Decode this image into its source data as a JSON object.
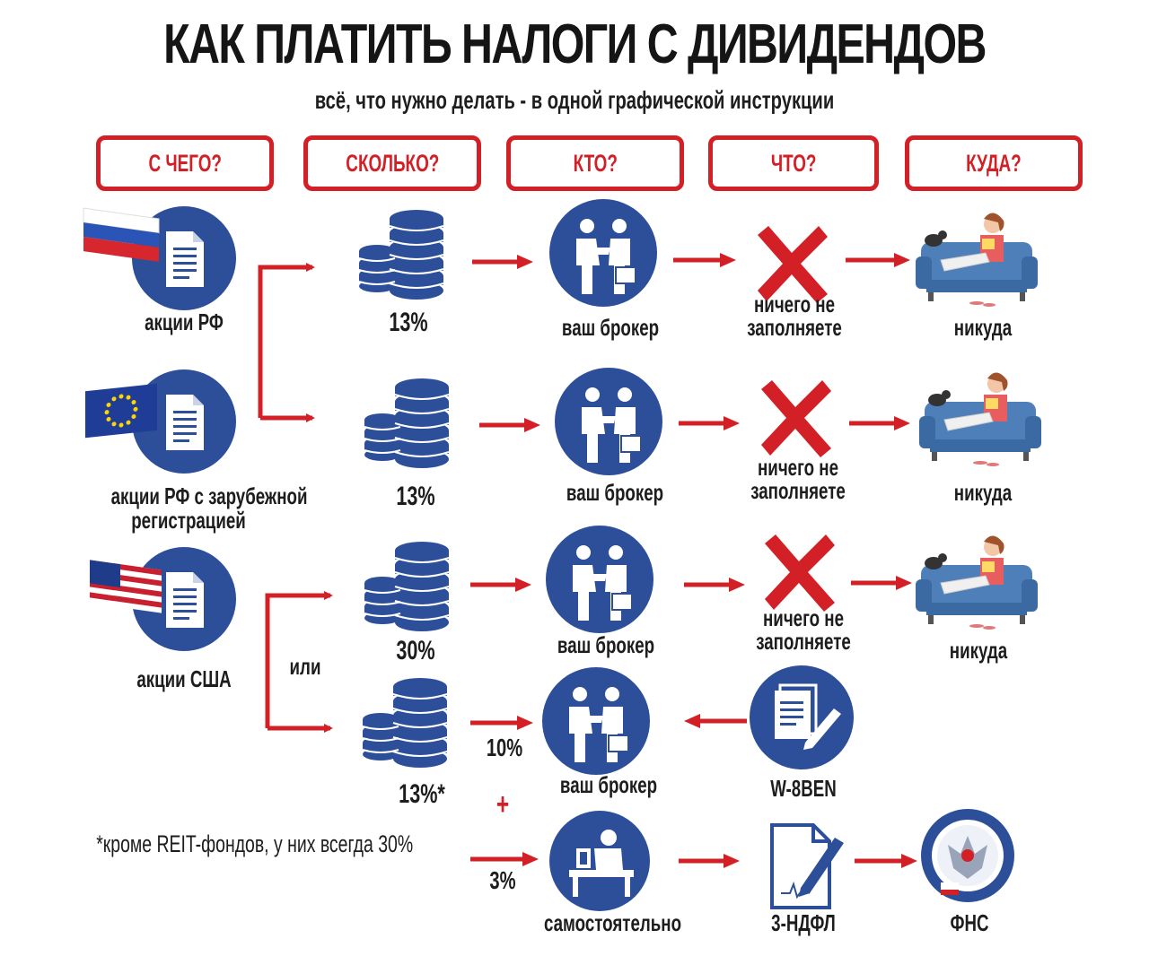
{
  "title": "КАК ПЛАТИТЬ НАЛОГИ С ДИВИДЕНДОВ",
  "subtitle": "всё, что нужно делать - в одной графической инструкции",
  "questions": [
    "С ЧЕГО?",
    "СКОЛЬКО?",
    "КТО?",
    "ЧТО?",
    "КУДА?"
  ],
  "rows": [
    {
      "source": "акции РФ",
      "rate": "13%",
      "who": "ваш брокер",
      "what_1": "ничего не",
      "what_2": "заполняете",
      "where": "никуда"
    },
    {
      "source_1": "акции РФ с зарубежной",
      "source_2": "регистрацией",
      "rate": "13%",
      "who": "ваш брокер",
      "what_1": "ничего не",
      "what_2": "заполняете",
      "where": "никуда"
    },
    {
      "source": "акции США",
      "or": "или",
      "rate": "30%",
      "who": "ваш брокер",
      "what_1": "ничего не",
      "what_2": "заполняете",
      "where": "никуда"
    },
    {
      "rate": "13%*",
      "part": "10%",
      "who": "ваш брокер",
      "what": "W-8BEN"
    },
    {
      "part": "3%",
      "who": "самостоятельно",
      "what": "3-НДФЛ",
      "where": "ФНС"
    }
  ],
  "plus": "+",
  "footnote": "*кроме REIT-фондов, у них всегда 30%",
  "icons": [
    "flag-russia-icon",
    "flag-eu-icon",
    "flag-usa-icon",
    "document-icon",
    "coins-stack-icon",
    "handshake-icon",
    "cross-icon",
    "sofa-relax-icon",
    "form-pen-icon",
    "person-at-desk-icon",
    "fns-emblem-icon"
  ],
  "colors": {
    "accent": "#d32027",
    "icon_blue": "#2d4f9a",
    "arrow": "#d32027"
  }
}
